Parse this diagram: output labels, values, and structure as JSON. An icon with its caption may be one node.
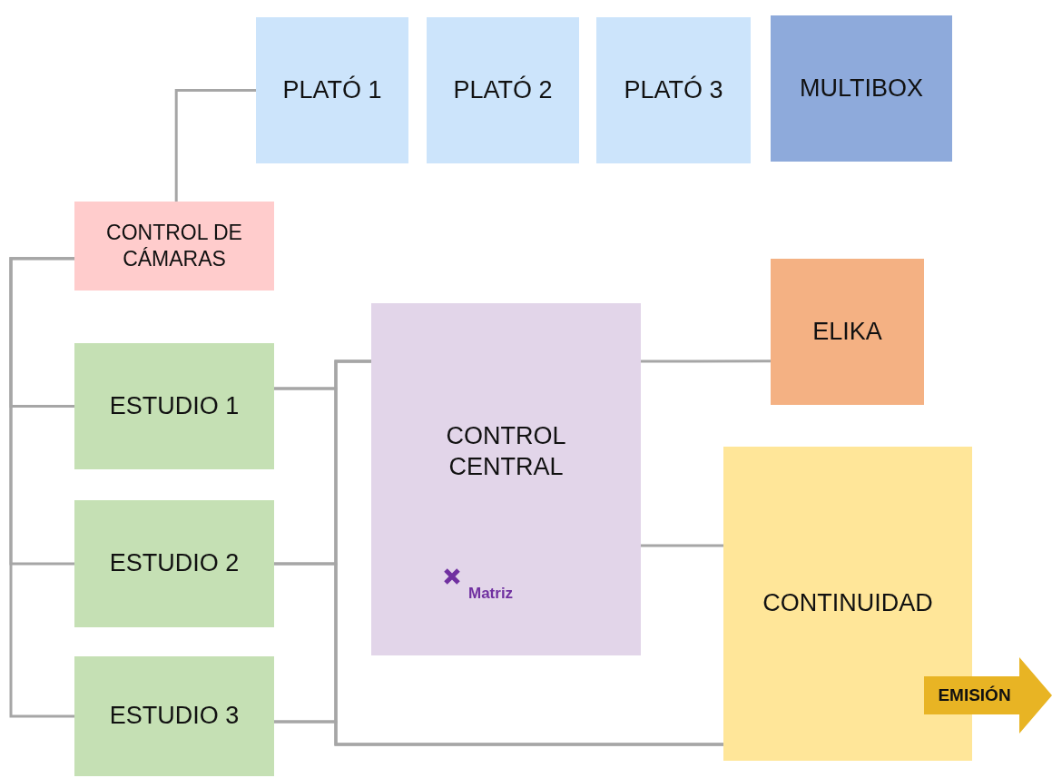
{
  "diagram": {
    "nodes": [
      {
        "text": [
          "PLATÓ 1"
        ]
      },
      {
        "text": [
          "PLATÓ 2"
        ]
      },
      {
        "text": [
          "PLATÓ 3"
        ]
      },
      {
        "text": [
          "MULTIBOX"
        ]
      },
      {
        "text": [
          "CONTROL DE CÁMARAS"
        ]
      },
      {
        "text": [
          "ESTUDIO 1"
        ]
      },
      {
        "text": [
          "ESTUDIO 2"
        ]
      },
      {
        "text": [
          "ESTUDIO 3"
        ]
      },
      {
        "text": [
          "CONTROL CENTRAL",
          "Matriz"
        ]
      },
      {
        "text": [
          "ELIKA"
        ]
      },
      {
        "text": [
          "CONTINUIDAD"
        ]
      },
      {
        "text": [
          "EMISIÓN"
        ]
      }
    ],
    "edges": [
      {
        "from": 4,
        "to": 0,
        "arrow": "none"
      },
      {
        "from": 4,
        "to": 5,
        "arrow": "none"
      },
      {
        "from": 4,
        "to": 6,
        "arrow": "none"
      },
      {
        "from": 4,
        "to": 7,
        "arrow": "none"
      },
      {
        "from": 5,
        "to": 8,
        "arrow": "none"
      },
      {
        "from": 6,
        "to": 8,
        "arrow": "none"
      },
      {
        "from": 7,
        "to": 8,
        "arrow": "none"
      },
      {
        "from": 5,
        "to": 10,
        "arrow": "none"
      },
      {
        "from": 6,
        "to": 10,
        "arrow": "none"
      },
      {
        "from": 7,
        "to": 10,
        "arrow": "none"
      },
      {
        "from": 8,
        "to": 9,
        "arrow": "none"
      },
      {
        "from": 8,
        "to": 10,
        "arrow": "none"
      }
    ]
  }
}
